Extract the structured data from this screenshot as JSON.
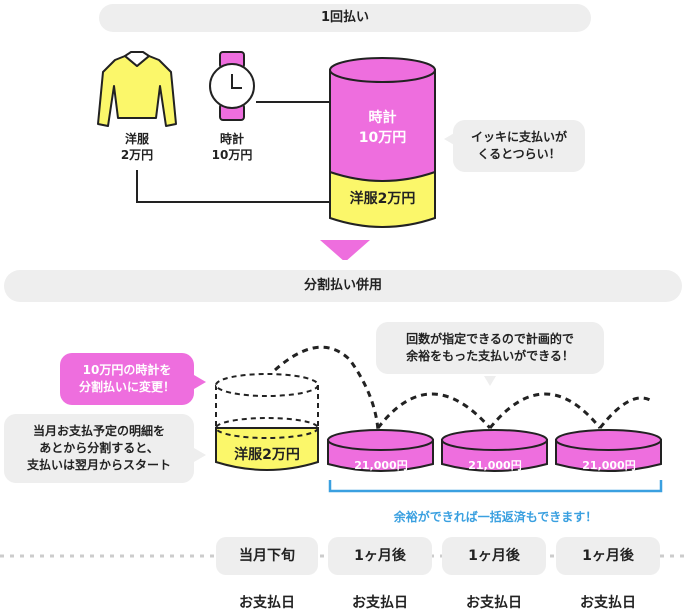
{
  "top_banner": "1回払い",
  "items": {
    "clothes": "洋服\n2万円",
    "watch": "時計\n10万円"
  },
  "stack": {
    "watch": "時計\n10万円",
    "clothes": "洋服2万円"
  },
  "bubble_hard": "イッキに支払いが\nくるとつらい！",
  "mid_banner": "分割払い併用",
  "bubble_change": "10万円の時計を\n分割払いに変更！",
  "bubble_plan": "回数が指定できるので計画的で\n余裕をもった支払いができる！",
  "bubble_split": "当月お支払予定の明細を\nあとから分割すると、\n支払いは翌月からスタート",
  "dashed_cylinder_label": "洋服2万円",
  "coins": [
    "21,000円",
    "21,000円",
    "21,000円"
  ],
  "bracket_note": "余裕ができれば一括返済もできます！",
  "timeline": {
    "dates": [
      "当月下旬",
      "1ヶ月後",
      "1ヶ月後",
      "1ヶ月後"
    ],
    "payday": [
      "お支払日",
      "お支払日",
      "お支払日",
      "お支払日"
    ]
  },
  "colors": {
    "pink": "#ee6ede",
    "yellow": "#fbf76a",
    "blue": "#3aa0e0",
    "pill_gray": "#eeeeee"
  }
}
